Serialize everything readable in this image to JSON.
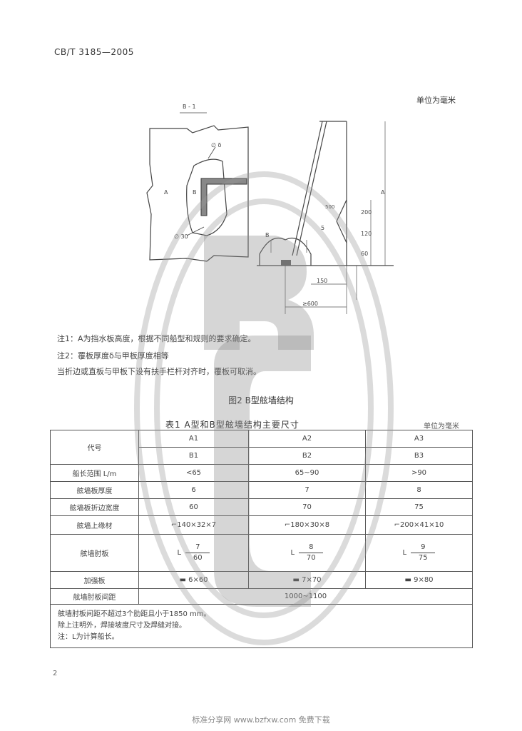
{
  "header": {
    "std_code": "CB/T 3185—2005",
    "unit_top": "单位为毫米"
  },
  "drawing": {
    "section_label": "B - 1",
    "left_labels": [
      "A",
      "B",
      "∅ δ",
      "∅ 30"
    ],
    "dims": [
      "200",
      "120",
      "60",
      "150",
      "≥600",
      "500",
      "5",
      "A",
      "B"
    ]
  },
  "notes": [
    "注1：A为挡水板高度，根据不同船型和规则的要求确定。",
    "注2：覆板厚度δ与甲板厚度相等",
    "当折边或直板与甲板下设有扶手栏杆对齐时，覆板可取消。"
  ],
  "figure_title": "图2  B型舷墙结构",
  "table": {
    "title": "表1  A型和B型舷墙结构主要尺寸",
    "unit": "单位为毫米",
    "header_label": "代号",
    "codes_a": [
      "A1",
      "A2",
      "A3"
    ],
    "codes_b": [
      "B1",
      "B2",
      "B3"
    ],
    "rows": [
      {
        "label": "船长范围 L/m",
        "values": [
          "<65",
          "65~90",
          ">90"
        ]
      },
      {
        "label": "舷墙板厚度",
        "values": [
          "6",
          "7",
          "8"
        ]
      },
      {
        "label": "舷墙板折边宽度",
        "values": [
          "60",
          "70",
          "75"
        ]
      },
      {
        "label": "舷墙上缘材",
        "values": [
          "⌐140×32×7",
          "⌐180×30×8",
          "⌐200×41×10"
        ]
      }
    ],
    "stiffener_label": "舷墙肘板",
    "stiffener": [
      {
        "num": "7",
        "den": "60"
      },
      {
        "num": "8",
        "den": "70"
      },
      {
        "num": "9",
        "den": "75"
      }
    ],
    "flat_label": "加强板",
    "flat_values": [
      "6×60",
      "7×70",
      "9×80"
    ],
    "spacing_label": "舷墙肘板间距",
    "spacing_value": "1000~1100",
    "footnotes": [
      "舷墙肘板间距不超过3个肋距且小于1850 mm。",
      "除上注明外，焊接坡度尺寸及焊缝对接。",
      "注：L为计算船长。"
    ]
  },
  "page_number": "2",
  "footer": "标准分享网 www.bzfxw.com 免费下载"
}
